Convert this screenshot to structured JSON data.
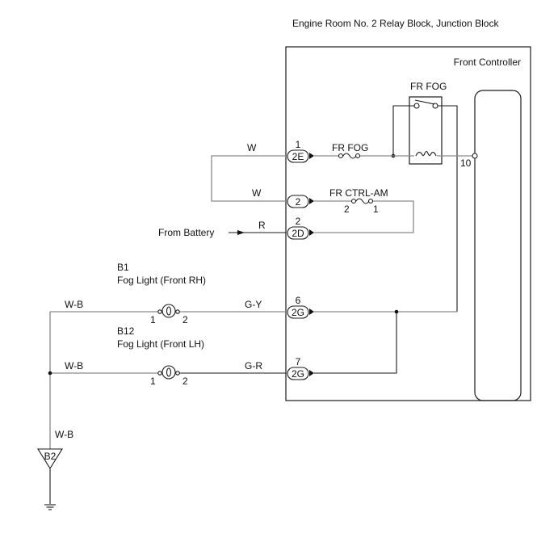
{
  "header": {
    "block_title": "Engine Room No. 2 Relay Block, Junction Block"
  },
  "controller": {
    "label": "Front Controller",
    "pin10": "10"
  },
  "relay": {
    "label": "FR FOG"
  },
  "fuses": {
    "fr_fog": {
      "label": "FR FOG"
    },
    "fr_ctrl_am": {
      "label": "FR CTRL-AM",
      "pin_left": "2",
      "pin_right": "1"
    }
  },
  "connectors": [
    {
      "id": "2E",
      "pin": "1",
      "wire": "W"
    },
    {
      "id": "2",
      "pin": "",
      "wire": "W"
    },
    {
      "id": "2D",
      "pin": "2",
      "wire": "R"
    },
    {
      "id": "2G",
      "pin": "6",
      "wire": "G-Y"
    },
    {
      "id": "2G",
      "pin": "7",
      "wire": "G-R"
    }
  ],
  "battery": {
    "label": "From Battery"
  },
  "lights": [
    {
      "code": "B1",
      "name": "Fog Light (Front RH)",
      "pin1": "1",
      "pin2": "2",
      "ground_wire": "W-B"
    },
    {
      "code": "B12",
      "name": "Fog Light (Front LH)",
      "pin1": "1",
      "pin2": "2",
      "ground_wire": "W-B"
    }
  ],
  "ground": {
    "wire": "W-B",
    "point": "B2"
  }
}
